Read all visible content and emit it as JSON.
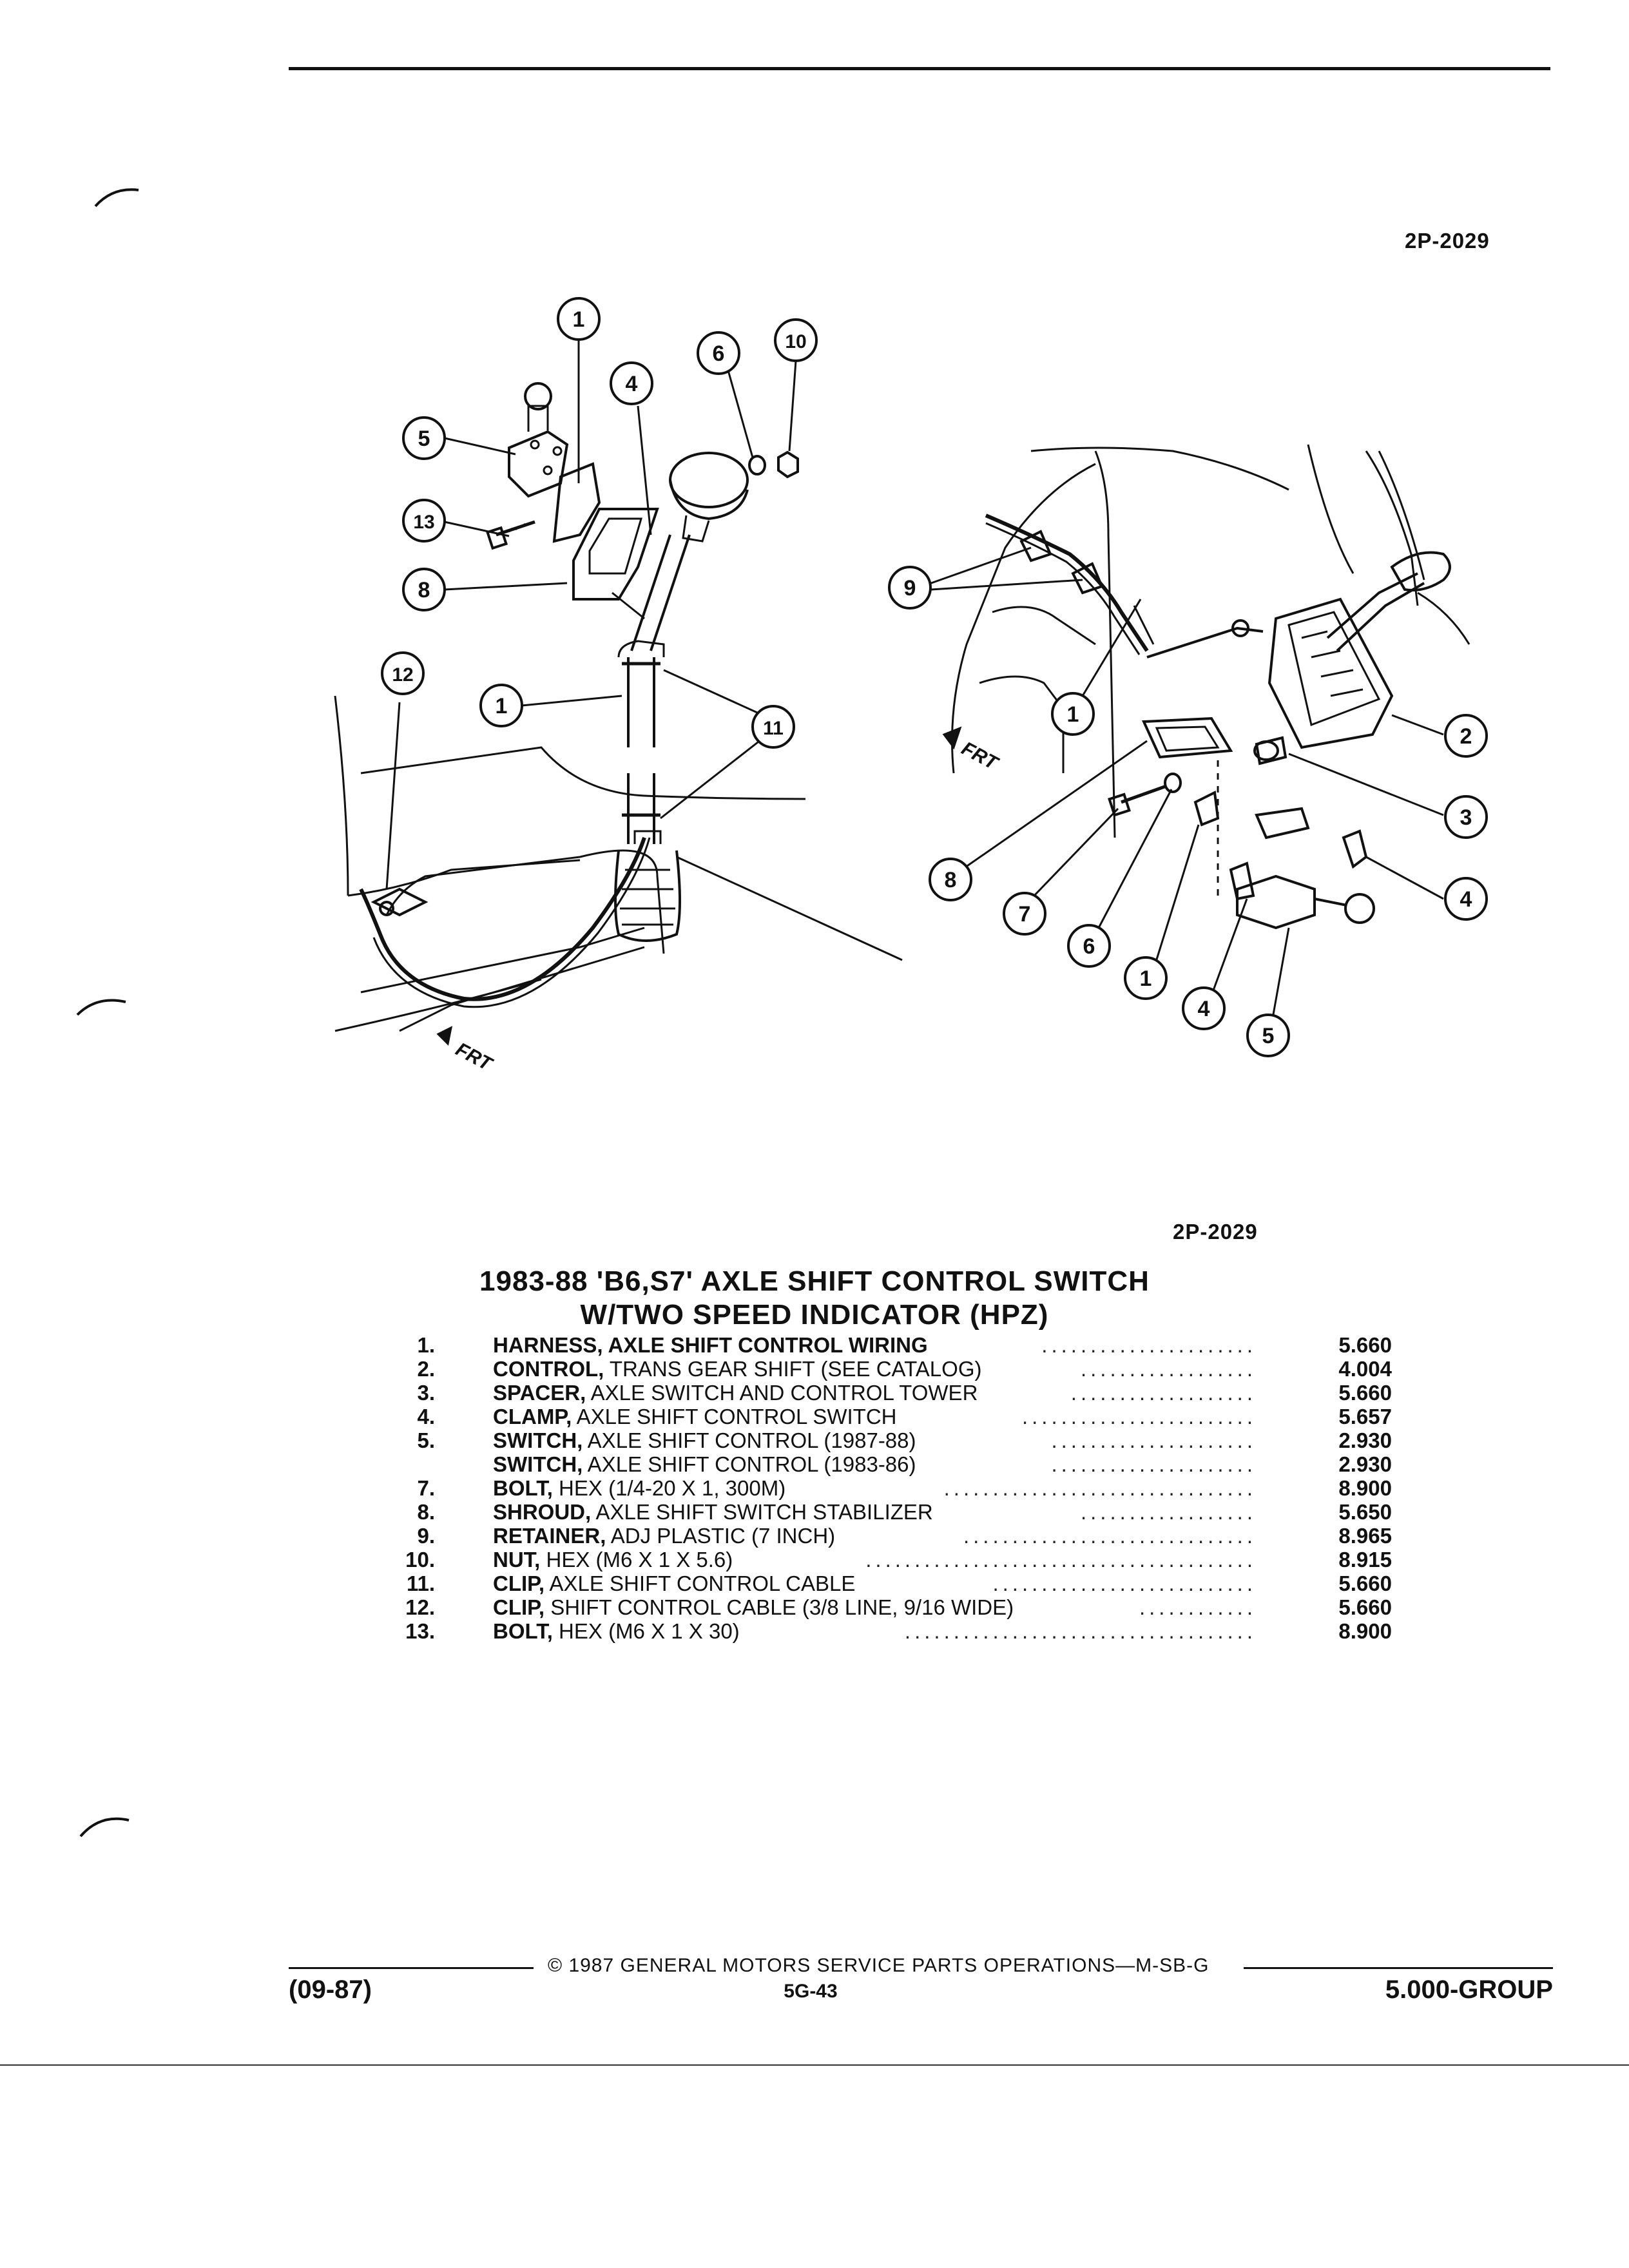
{
  "header": {
    "figure_id_top": "2P-2029"
  },
  "figure": {
    "figure_id_bottom": "2P-2029",
    "left_callouts": [
      "1",
      "10",
      "6",
      "4",
      "5",
      "13",
      "8",
      "12",
      "1",
      "11"
    ],
    "right_callouts": [
      "9",
      "1",
      "2",
      "3",
      "8",
      "7",
      "6",
      "1",
      "4",
      "5",
      "4"
    ],
    "left_direction_label": "FRT",
    "right_direction_label": "FRT"
  },
  "title": {
    "line1": "1983-88 'B6,S7' AXLE SHIFT CONTROL SWITCH",
    "line2": "W/TWO SPEED INDICATOR (HPZ)"
  },
  "parts": [
    {
      "num": "1.",
      "name": "HARNESS,",
      "desc": " AXLE SHIFT CONTROL WIRING",
      "group": "5.660"
    },
    {
      "num": "2.",
      "name": "CONTROL,",
      "desc": " TRANS GEAR SHIFT (SEE CATALOG)",
      "group": "4.004"
    },
    {
      "num": "3.",
      "name": "SPACER,",
      "desc": " AXLE SWITCH AND CONTROL TOWER",
      "group": "5.660"
    },
    {
      "num": "4.",
      "name": "CLAMP,",
      "desc": " AXLE SHIFT CONTROL SWITCH",
      "group": "5.657"
    },
    {
      "num": "5.",
      "name": "SWITCH,",
      "desc": " AXLE SHIFT CONTROL (1987-88)",
      "group": "2.930"
    },
    {
      "num": "",
      "name": "SWITCH,",
      "desc": " AXLE SHIFT CONTROL (1983-86)",
      "group": "2.930"
    },
    {
      "num": "7.",
      "name": "BOLT,",
      "desc": " HEX (1/4-20 X 1, 300M)",
      "group": "8.900"
    },
    {
      "num": "8.",
      "name": "SHROUD,",
      "desc": " AXLE SHIFT SWITCH STABILIZER",
      "group": "5.650"
    },
    {
      "num": "9.",
      "name": "RETAINER,",
      "desc": " ADJ PLASTIC (7 INCH)",
      "group": "8.965"
    },
    {
      "num": "10.",
      "name": "NUT,",
      "desc": " HEX (M6 X 1 X 5.6)",
      "group": "8.915"
    },
    {
      "num": "11.",
      "name": "CLIP,",
      "desc": " AXLE SHIFT CONTROL CABLE",
      "group": "5.660"
    },
    {
      "num": "12.",
      "name": "CLIP,",
      "desc": " SHIFT CONTROL CABLE (3/8 LINE, 9/16 WIDE)",
      "group": "5.660"
    },
    {
      "num": "13.",
      "name": "BOLT,",
      "desc": " HEX (M6 X 1 X 30)",
      "group": "8.900"
    }
  ],
  "footer": {
    "date_code": "(09-87)",
    "copyright": "© 1987 GENERAL MOTORS SERVICE PARTS OPERATIONS—M-SB-G",
    "page": "5G-43",
    "group": "5.000-GROUP"
  }
}
